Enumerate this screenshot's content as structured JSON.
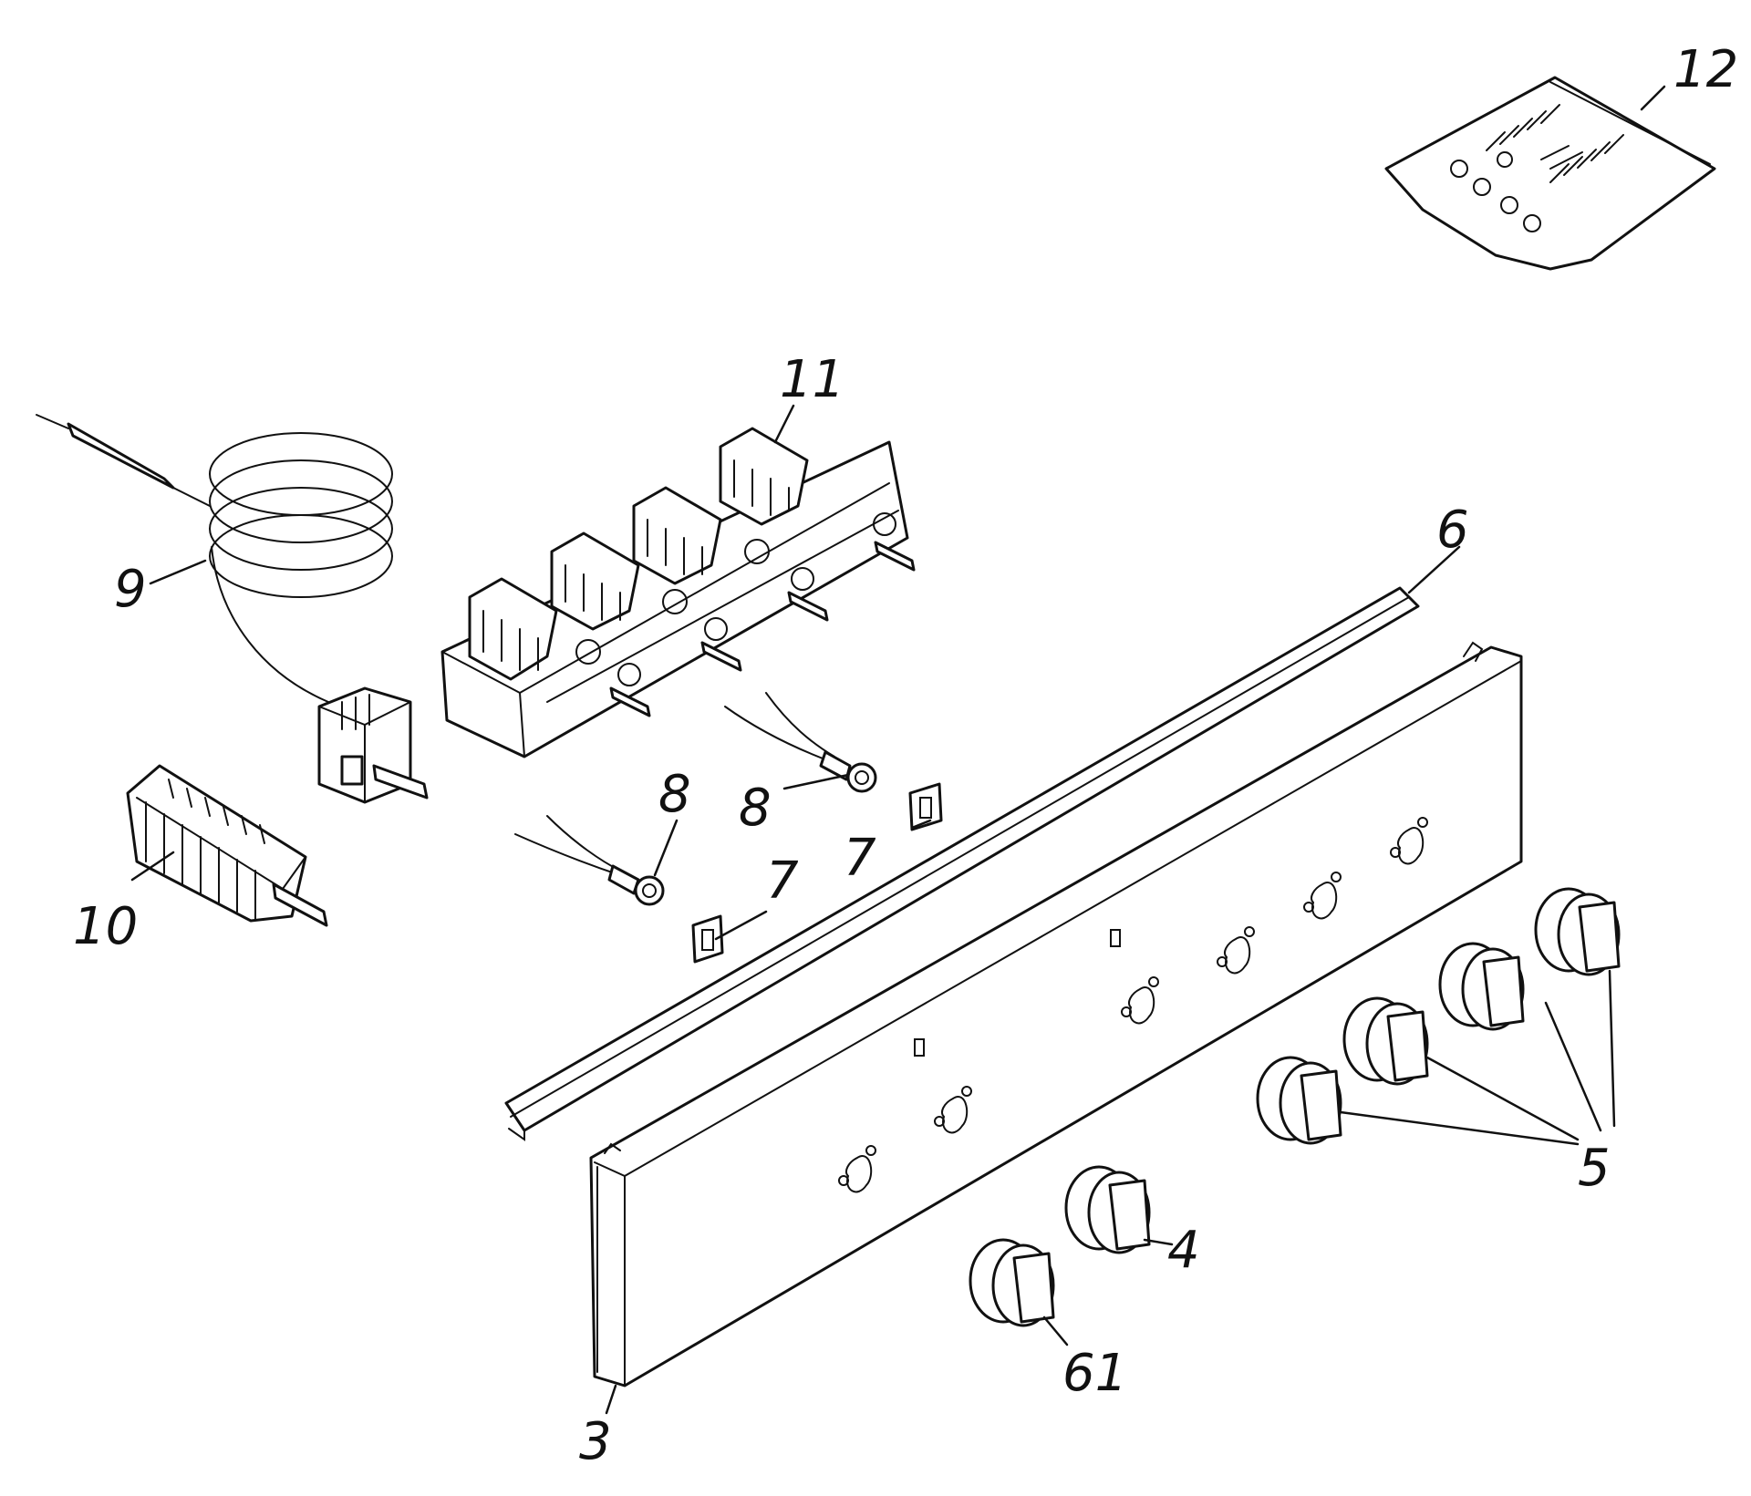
{
  "callouts": [
    {
      "id": "3",
      "label": "3"
    },
    {
      "id": "4",
      "label": "4"
    },
    {
      "id": "5",
      "label": "5"
    },
    {
      "id": "6",
      "label": "6"
    },
    {
      "id": "7a",
      "label": "7"
    },
    {
      "id": "7b",
      "label": "7"
    },
    {
      "id": "8a",
      "label": "8"
    },
    {
      "id": "8b",
      "label": "8"
    },
    {
      "id": "9",
      "label": "9"
    },
    {
      "id": "10",
      "label": "10"
    },
    {
      "id": "11",
      "label": "11"
    },
    {
      "id": "12",
      "label": "12"
    },
    {
      "id": "61",
      "label": "61"
    }
  ]
}
